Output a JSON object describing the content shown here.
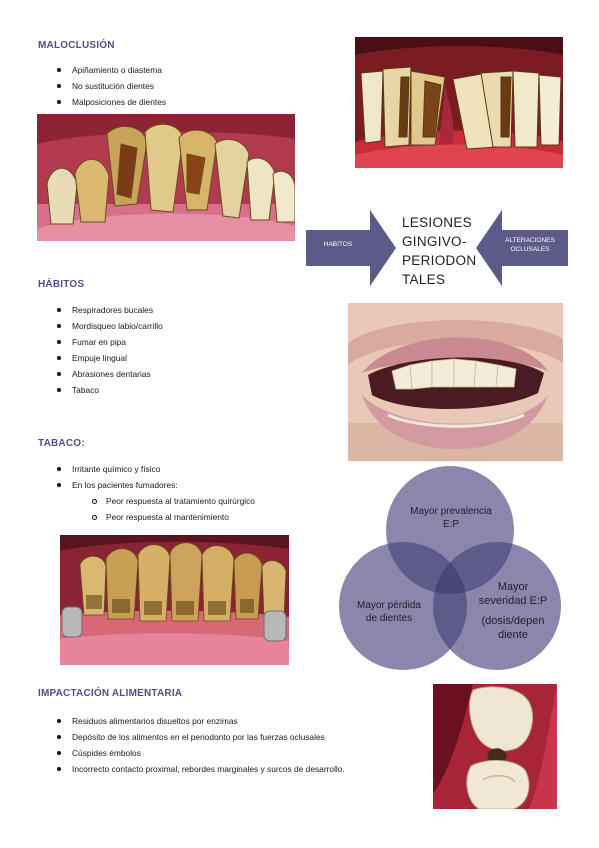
{
  "maloclusion": {
    "heading": "MALOCLUSIÓN",
    "items": [
      "Apiñamiento o diastema",
      "No sustitución dientes",
      "Malposiciones de dientes"
    ]
  },
  "diagram": {
    "left_label": "HABITOS",
    "right_label_line1": "ALTERACIONES",
    "right_label_line2": "OCLUSALES",
    "center_line1": "LESIONES",
    "center_line2": "GINGIVO-",
    "center_line3": "PERIODON",
    "center_line4": "TALES",
    "colors": {
      "arrow": "#5c5a88",
      "circle": "#8a86ac",
      "overlap": "#5e5a8a"
    }
  },
  "habitos": {
    "heading": "HÁBITOS",
    "items": [
      "Respiradores bucales",
      "Mordisqueo labio/carrillo",
      "Fumar en pipa",
      "Empuje lingual",
      "Abrasiones dentarias",
      "Tabaco"
    ]
  },
  "tabaco": {
    "heading": "TABACO:",
    "items": [
      "Irritante químico y físico",
      "En los pacientes fumadores:"
    ],
    "sub_items": [
      "Peor respuesta al tratamiento quirúrgico",
      "Peor respuesta al mantenimiento"
    ]
  },
  "venn": {
    "top_line1": "Mayor prevalencia",
    "top_line2": "E:P",
    "left_line1": "Mayor pérdida",
    "left_line2": "de dientes",
    "right_line1": "Mayor",
    "right_line2": "severidad E:P",
    "right_line3": "(dosis/depen",
    "right_line4": "diente"
  },
  "impactacion": {
    "heading": "IMPACTACIÓN ALIMENTARIA",
    "items": [
      "Residuos alimentarios disueltos por enzimas",
      "Depósito de los alimentos en el periodonto por las fuerzas oclusales",
      "Cúspides émbolos",
      "Incorrecto contacto proximal, rebordes marginales y surcos de desarrollo."
    ]
  }
}
